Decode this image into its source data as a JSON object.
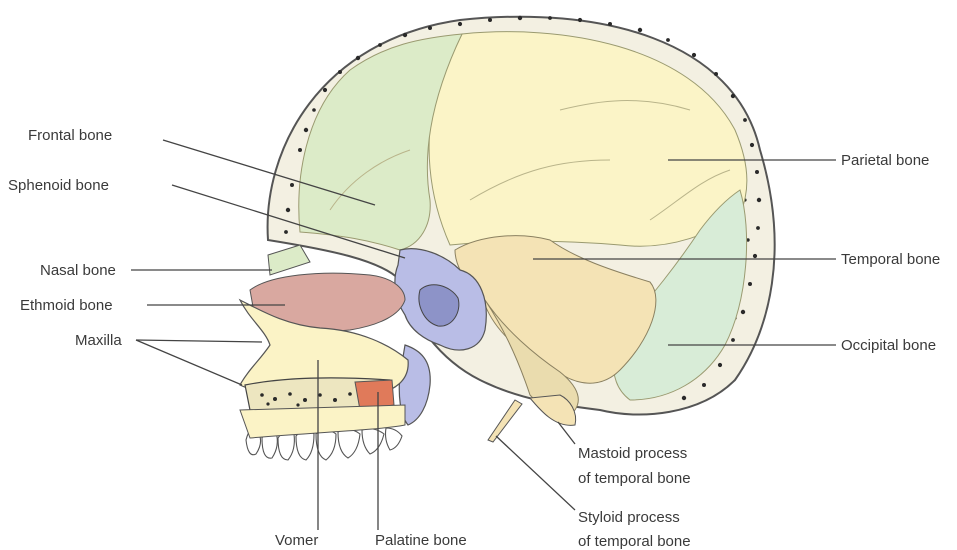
{
  "labels": {
    "frontal": "Frontal bone",
    "sphenoid": "Sphenoid bone",
    "nasal": "Nasal bone",
    "ethmoid": "Ethmoid bone",
    "maxilla": "Maxilla",
    "vomer": "Vomer",
    "palatine": "Palatine bone",
    "parietal": "Parietal bone",
    "temporal": "Temporal bone",
    "occipital": "Occipital bone",
    "mastoid_line1": "Mastoid process",
    "mastoid_line2": "of temporal bone",
    "styloid_line1": "Styloid process",
    "styloid_line2": "of temporal bone"
  },
  "colors": {
    "frontal": "#dcebc8",
    "parietal": "#fbf4c7",
    "occipital": "#d8ecd7",
    "temporal": "#f4e3b5",
    "sphenoid": "#b9bde6",
    "ethmoid": "#d9a8a0",
    "maxilla": "#fbf3c6",
    "palatine": "#e07a5a",
    "diploe": "#f3f0e2"
  }
}
